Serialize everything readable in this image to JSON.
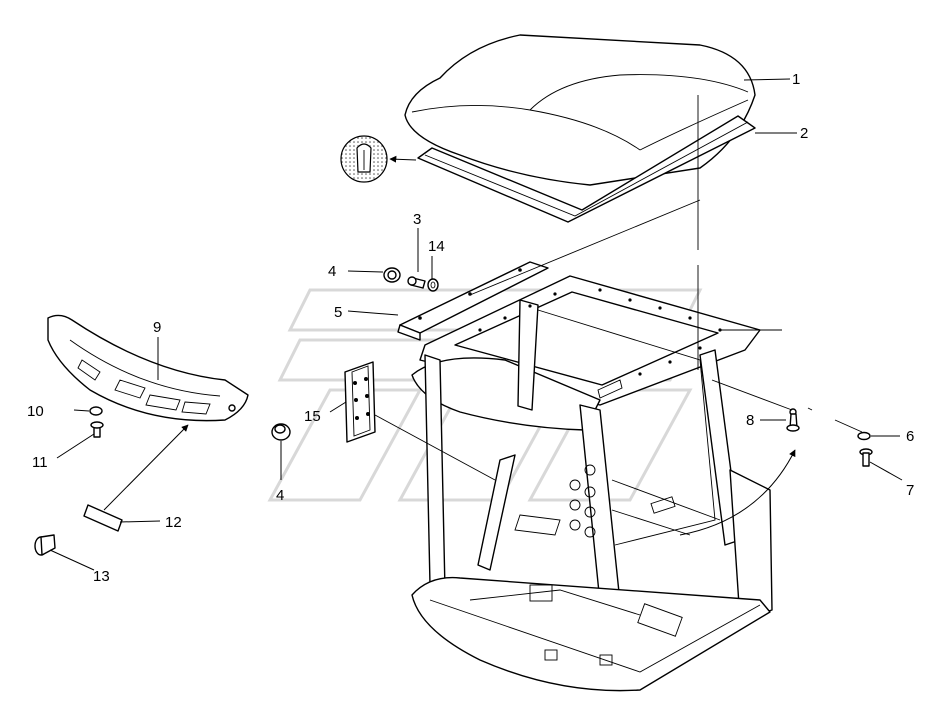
{
  "callouts": [
    {
      "id": "1",
      "text": "1"
    },
    {
      "id": "2",
      "text": "2"
    },
    {
      "id": "3",
      "text": "3"
    },
    {
      "id": "4a",
      "text": "4"
    },
    {
      "id": "4b",
      "text": "4"
    },
    {
      "id": "5",
      "text": "5"
    },
    {
      "id": "6",
      "text": "6"
    },
    {
      "id": "7",
      "text": "7"
    },
    {
      "id": "8",
      "text": "8"
    },
    {
      "id": "9",
      "text": "9"
    },
    {
      "id": "10",
      "text": "10"
    },
    {
      "id": "11",
      "text": "11"
    },
    {
      "id": "12",
      "text": "12"
    },
    {
      "id": "13",
      "text": "13"
    },
    {
      "id": "14",
      "text": "14"
    },
    {
      "id": "15",
      "text": "15"
    }
  ],
  "colors": {
    "line": "#000000",
    "background": "#ffffff",
    "watermark": "#d8d8d8"
  }
}
